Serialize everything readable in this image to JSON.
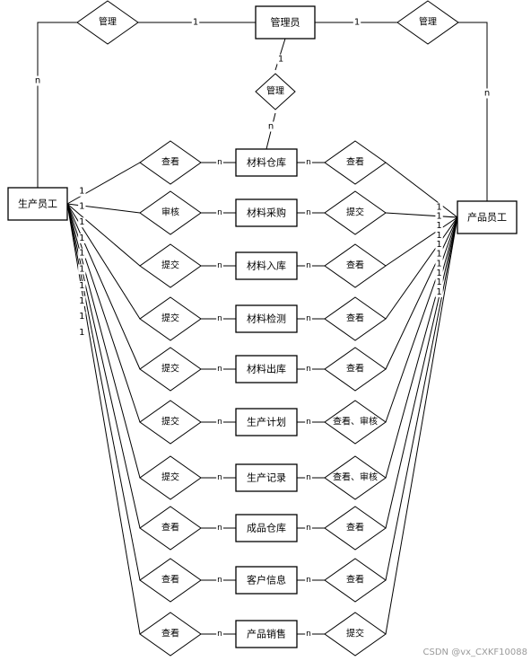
{
  "diagram": {
    "entities": {
      "admin": "管理员",
      "production_staff": "生产员工",
      "product_staff": "产品员工"
    },
    "top_relations": {
      "left": "管理",
      "right": "管理",
      "center": "管理"
    },
    "top_cardinalities": {
      "left_admin": "1",
      "left_production": "n",
      "right_admin": "1",
      "right_product": "n",
      "center_admin": "1",
      "center_row": "n"
    },
    "rows": [
      {
        "entity": "材料仓库",
        "left": "查看",
        "right": "查看"
      },
      {
        "entity": "材料采购",
        "left": "审核",
        "right": "提交"
      },
      {
        "entity": "材料入库",
        "left": "提交",
        "right": "查看"
      },
      {
        "entity": "材料检测",
        "left": "提交",
        "right": "查看"
      },
      {
        "entity": "材料出库",
        "left": "提交",
        "right": "查看"
      },
      {
        "entity": "生产计划",
        "left": "提交",
        "right": "查看、审核"
      },
      {
        "entity": "生产记录",
        "left": "提交",
        "right": "查看、审核"
      },
      {
        "entity": "成品仓库",
        "left": "查看",
        "right": "查看"
      },
      {
        "entity": "客户信息",
        "left": "查看",
        "right": "查看"
      },
      {
        "entity": "产品销售",
        "left": "查看",
        "right": "提交"
      }
    ],
    "row_cardinalities": {
      "staff_side": "1",
      "entity_side": "n"
    }
  },
  "watermark": "CSDN @vx_CXKF10088"
}
